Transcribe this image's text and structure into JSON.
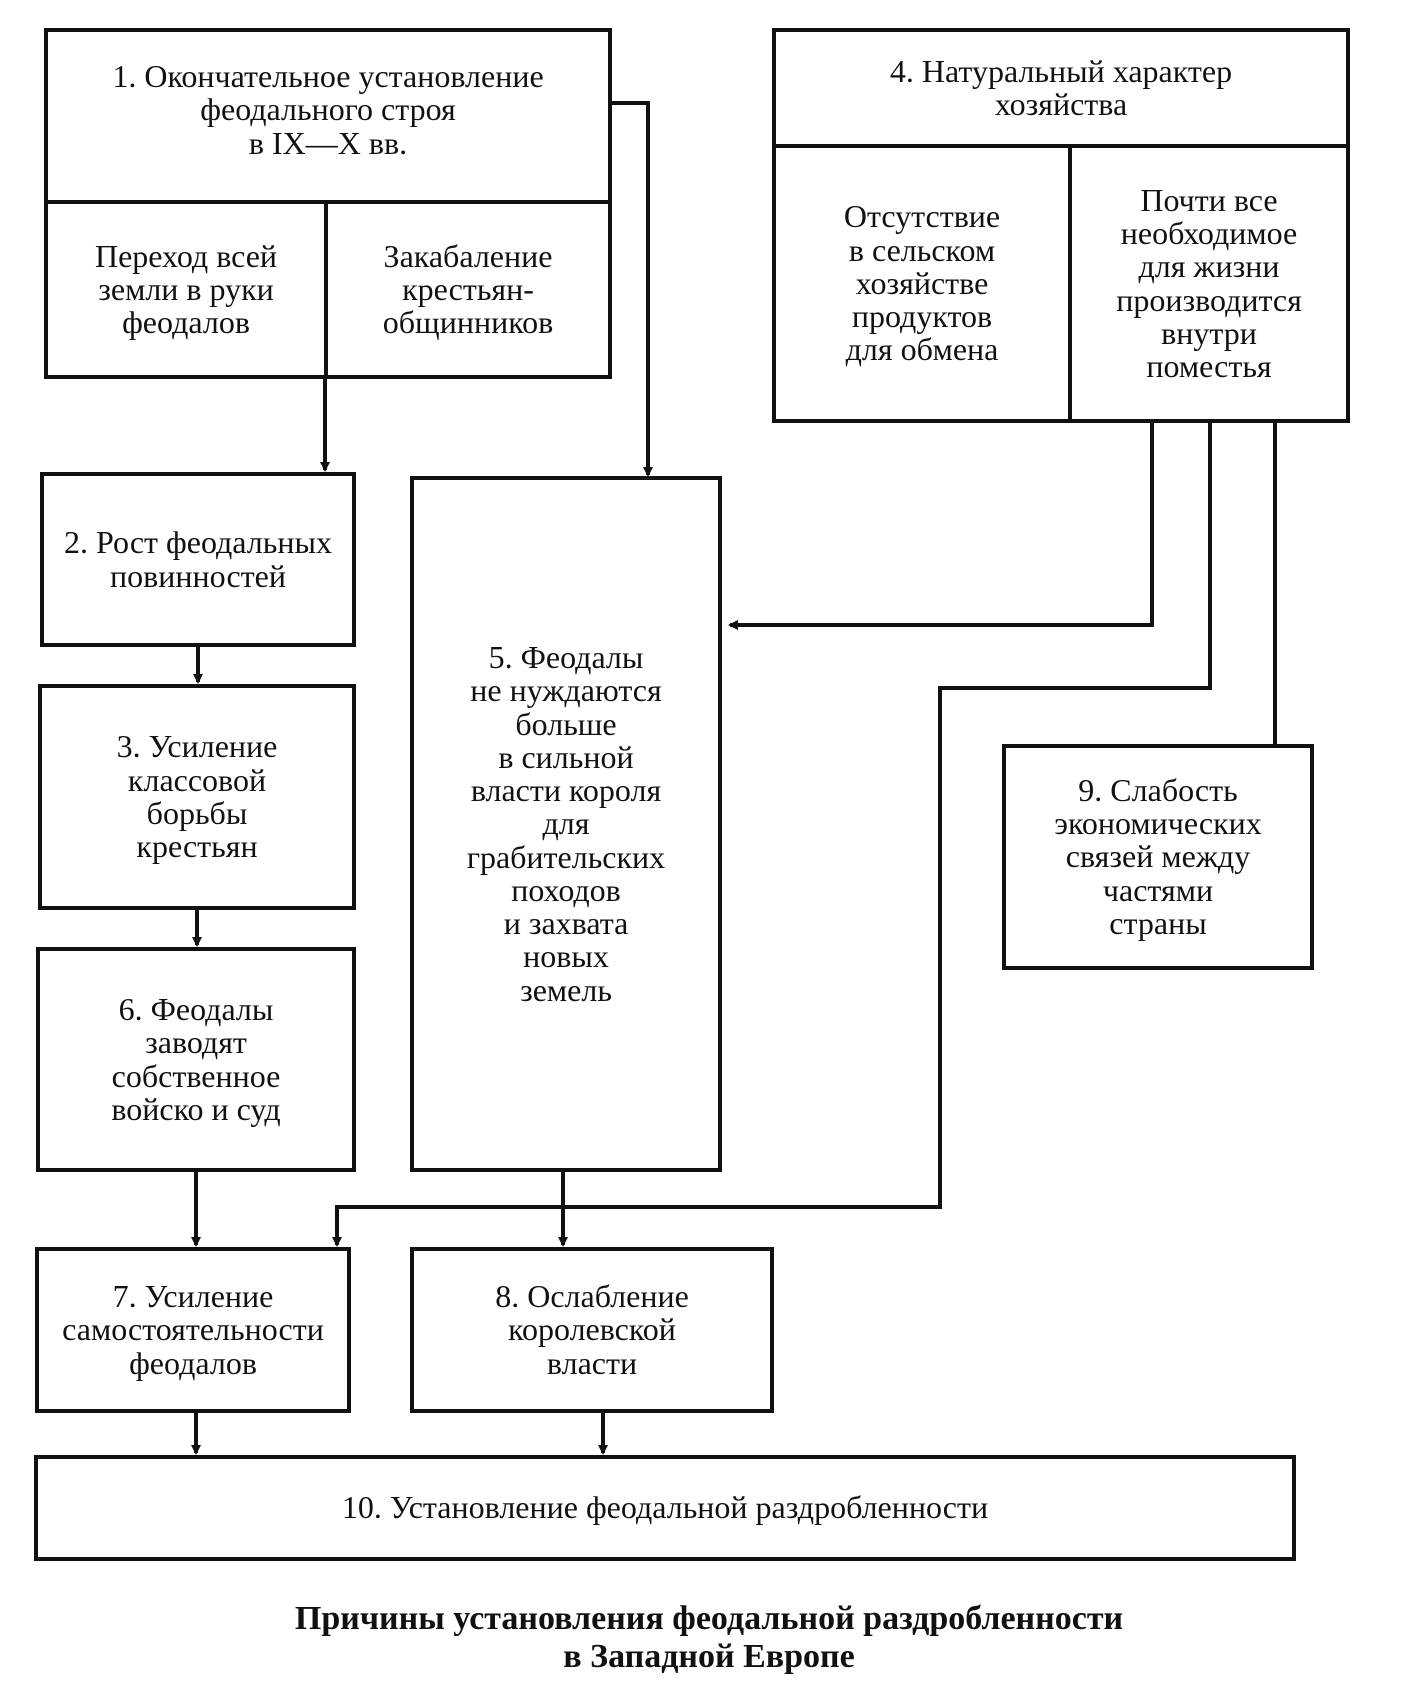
{
  "colors": {
    "ink": "#111111",
    "paper": "#ffffff"
  },
  "boxes": {
    "b1": "1. Окончательное установление\nфеодального строя\nв IX—X вв.",
    "b1a": "Переход всей\nземли в руки\nфеодалов",
    "b1b": "Закабаление\nкрестьян-\nобщинников",
    "b4": "4. Натуральный характер\nхозяйства",
    "b4a": "Отсутствие\nв сельском\nхозяйстве\nпродуктов\nдля обмена",
    "b4b": "Почти все\nнеобходимое\nдля жизни\nпроизводится\nвнутри\nпоместья",
    "b2": "2. Рост феодальных\nповинностей",
    "b3": "3. Усиление\nклассовой\nборьбы\nкрестьян",
    "b5": "5. Феодалы\nне нуждаются\nбольше\nв сильной\nвласти короля\nдля\nграбительских\nпоходов\nи захвата\nновых\nземель",
    "b6": "6. Феодалы\nзаводят\nсобственное\nвойско и суд",
    "b7": "7. Усиление\nсамостоятельности\nфеодалов",
    "b8": "8. Ослабление\nкоролевской\nвласти",
    "b9": "9. Слабость\nэкономических\nсвязей между\nчастями\nстраны",
    "b10": "10. Установление феодальной раздробленности"
  },
  "caption": "Причины установления феодальной раздробленности\nв Западной Европе"
}
